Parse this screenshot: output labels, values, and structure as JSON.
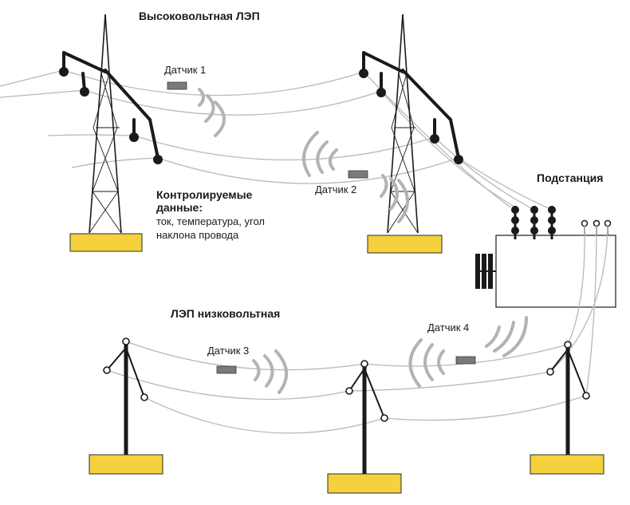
{
  "titles": {
    "high_voltage": "Высоковольтная ЛЭП",
    "low_voltage": "ЛЭП низковольтная",
    "substation": "Подстанция"
  },
  "monitored": {
    "heading_line1": "Контролируемые",
    "heading_line2": "данные:",
    "body_line1": "ток, температура, угол",
    "body_line2": "наклона провода"
  },
  "sensors": [
    {
      "label": "Датчик 1"
    },
    {
      "label": "Датчик 2"
    },
    {
      "label": "Датчик 3"
    },
    {
      "label": "Датчик 4"
    }
  ],
  "colors": {
    "base": "#f5d13d",
    "sensor": "#7a7a7a",
    "wire": "#b8b8b8",
    "wave": "#b3b3b3",
    "structure": "#1a1a1a"
  }
}
